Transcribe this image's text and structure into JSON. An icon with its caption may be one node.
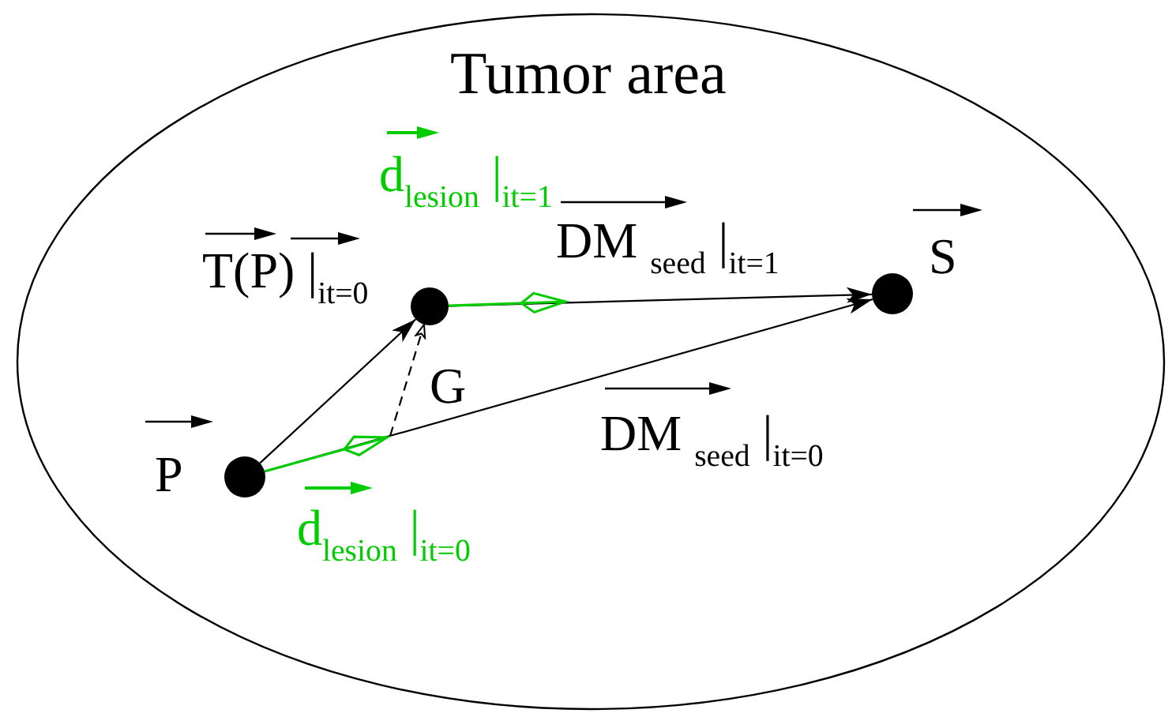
{
  "diagram": {
    "nodes": [
      {
        "text": [
          "Tumor area"
        ]
      },
      {
        "text": [],
        "shape": "circle",
        "in": 0,
        "beside": [
          "P"
        ]
      },
      {
        "text": [],
        "shape": "circle",
        "in": 0
      },
      {
        "text": [],
        "shape": "circle",
        "in": 0,
        "beside": [
          "S"
        ]
      }
    ],
    "edges": [
      {
        "from": 1,
        "to": 2,
        "arrow": "to",
        "label": "T(P) |$_{it=0}$"
      },
      {
        "from": 2,
        "to": 3,
        "arrow": "to",
        "label": "DM $_{seed}$ |$_{it=1}$"
      },
      {
        "from": 1,
        "to": 3,
        "arrow": "to",
        "label": "DM $_{seed}$ |$_{it=0}$"
      },
      {
        "from": 1,
        "to": null,
        "arrow": "other",
        "color": "#00cc00",
        "label": "d$_{lesion}$ |$_{it=0}$"
      },
      {
        "from": 2,
        "to": null,
        "arrow": "other",
        "color": "#00cc00",
        "label": "d$_{lesion}$ |$_{it=1}$"
      },
      {
        "from": null,
        "to": 2,
        "arrow": "to",
        "style": "dashed"
      }
    ],
    "labels": [
      "G"
    ]
  }
}
